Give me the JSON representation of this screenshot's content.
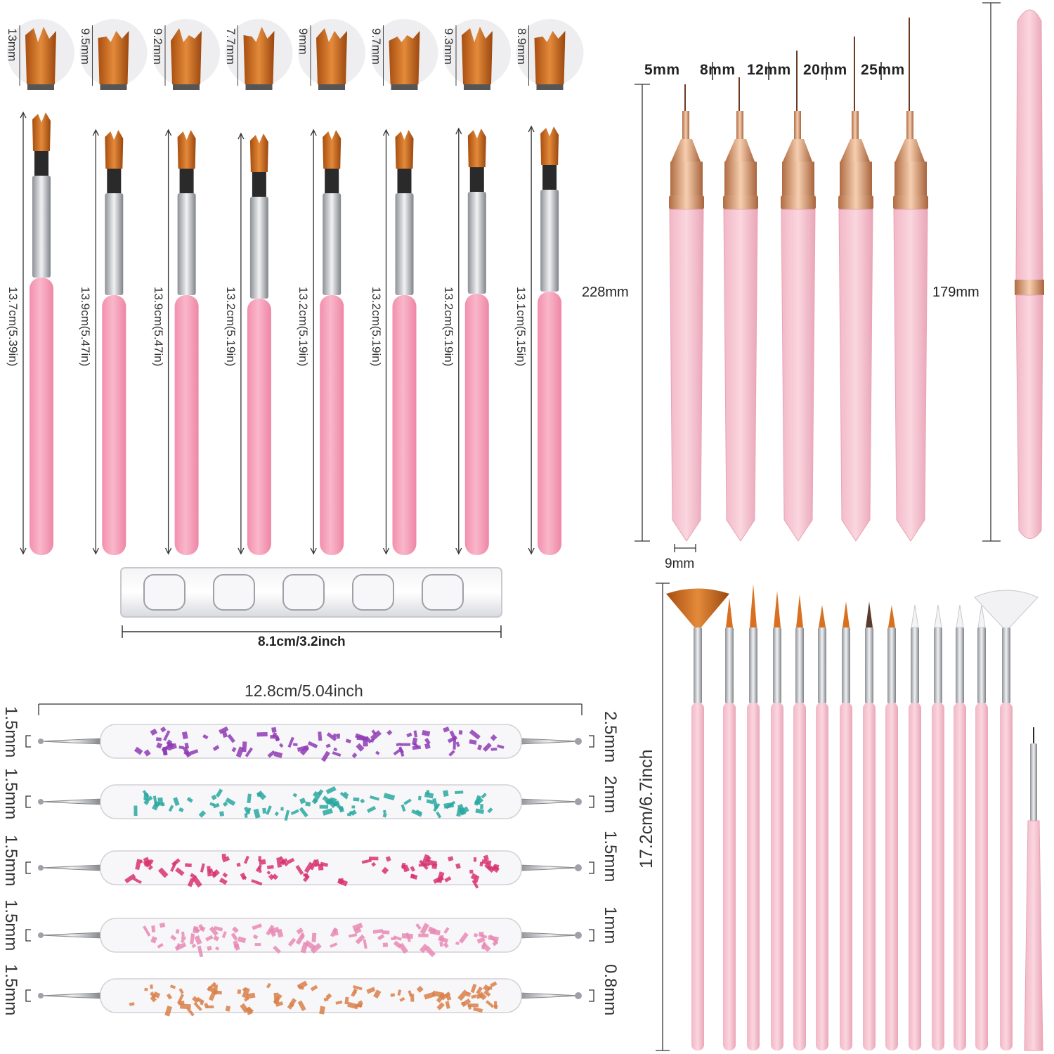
{
  "colors": {
    "pink": "#f7a9c0",
    "pink_light": "#f6c7d3",
    "bristle": "#c8671a",
    "rose_gold": "#d49268",
    "silver": "#bfc3c8"
  },
  "flat_brushes": {
    "tip_sizes": [
      "13mm",
      "9.5mm",
      "9.2mm",
      "7.7mm",
      "9mm",
      "9.7mm",
      "9.3mm",
      "8.9mm"
    ],
    "lengths": [
      "13.7cm(5.39in)",
      "13.9cm(5.47in)",
      "13.9cm(5.47in)",
      "13.2cm(5.19in)",
      "13.2cm(5.19in)",
      "13.2cm(5.19in)",
      "13.2cm(5.19in)",
      "13.1cm(5.15in)"
    ]
  },
  "holder": {
    "length": "8.1cm/3.2inch"
  },
  "liner_brushes": {
    "tip_lengths": [
      "5mm",
      "8mm",
      "12mm",
      "20mm",
      "25mm"
    ],
    "length_left": "228mm",
    "length_right": "179mm",
    "width": "9mm"
  },
  "dotting_tools": {
    "length": "12.8cm/5.04inch",
    "left_sizes": [
      "1.5mm",
      "1.5mm",
      "1.5mm",
      "1.5mm",
      "1.5mm"
    ],
    "right_sizes": [
      "2.5mm",
      "2mm",
      "1.5mm",
      "1mm",
      "0.8mm"
    ],
    "glitter": [
      "#8e3bb5",
      "#28a8a0",
      "#d8326e",
      "#e889b5",
      "#d9804a"
    ]
  },
  "brush_set": {
    "length": "17.2cm/6.7inch"
  }
}
